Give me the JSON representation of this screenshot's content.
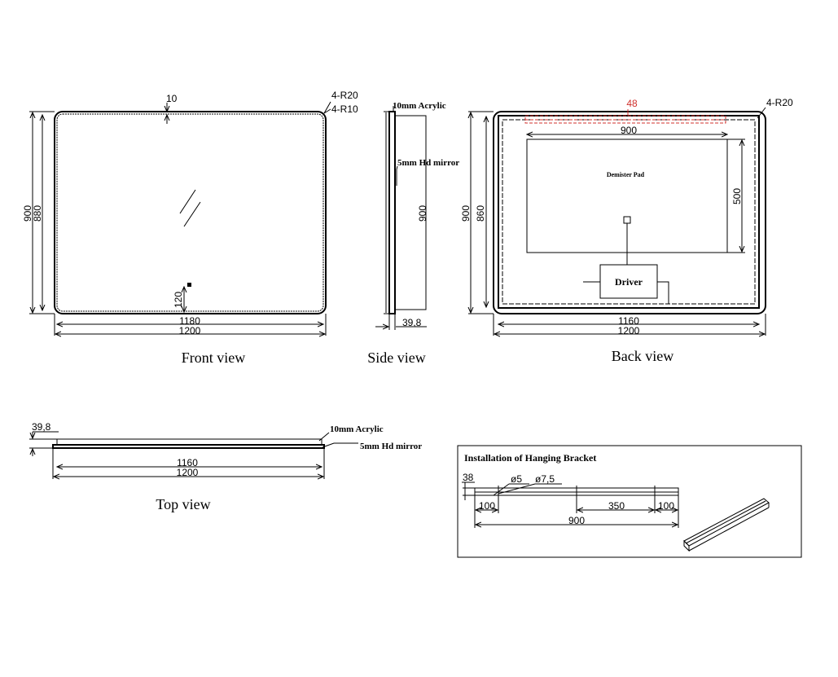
{
  "views": {
    "front": {
      "title": "Front view",
      "dims": {
        "top_gap": "10",
        "radius_outer": "4-R20",
        "radius_inner": "4-R10",
        "height_outer": "900",
        "height_inner": "880",
        "switch_offset": "120",
        "width_inner": "1180",
        "width_outer": "1200"
      }
    },
    "side": {
      "title": "Side view",
      "labels": {
        "acrylic": "10mm Acrylic",
        "mirror": "5mm Hd mirror"
      },
      "dims": {
        "height": "900",
        "depth": "39,8"
      }
    },
    "back": {
      "title": "Back view",
      "labels": {
        "demister": "Demister Pad",
        "driver": "Driver"
      },
      "dims": {
        "radius": "4-R20",
        "strip": "48",
        "pad_width": "900",
        "pad_height": "500",
        "height_outer": "900",
        "height_inner": "860",
        "width_inner": "1160",
        "width_outer": "1200"
      }
    },
    "top": {
      "title": "Top view",
      "labels": {
        "acrylic": "10mm Acrylic",
        "mirror": "5mm Hd mirror"
      },
      "dims": {
        "depth": "39,8",
        "width_inner": "1160",
        "width_outer": "1200"
      }
    },
    "bracket": {
      "title": "Installation  of Hanging Bracket",
      "dims": {
        "height": "38",
        "hole_small": "ø5",
        "hole_large": "ø7,5",
        "edge_left": "100",
        "spacing": "350",
        "edge_right": "100",
        "length": "900"
      }
    }
  },
  "colors": {
    "line": "#000000",
    "highlight": "#d0312d"
  }
}
